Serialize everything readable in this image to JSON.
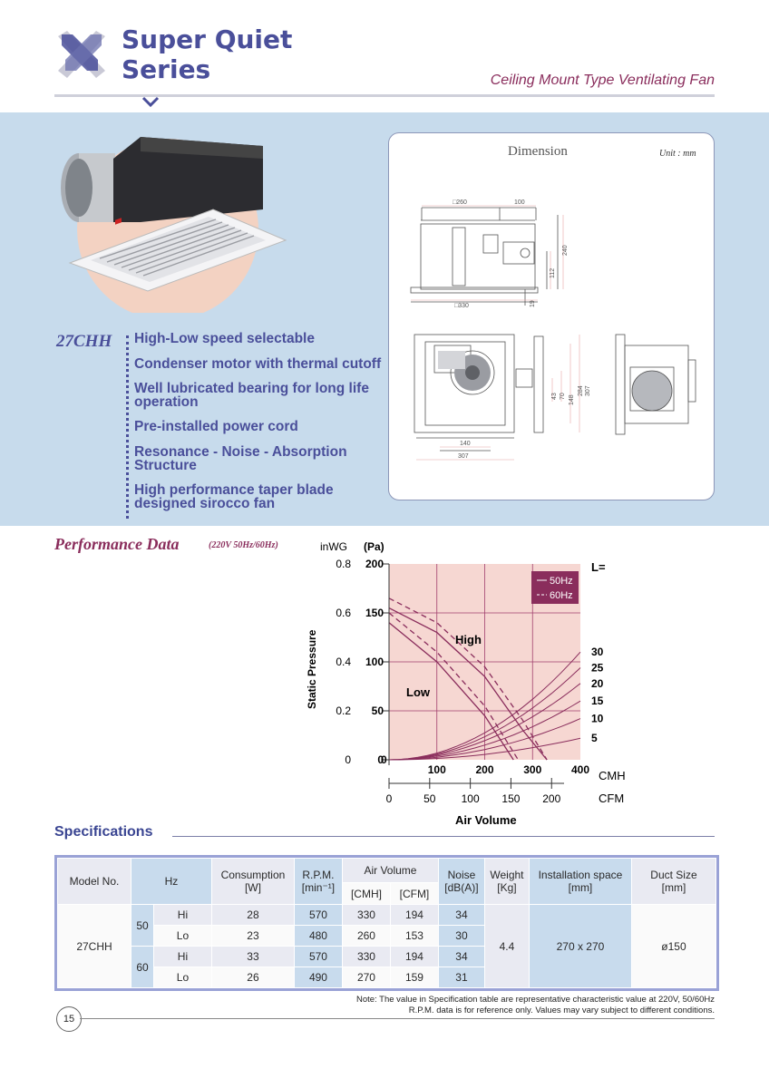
{
  "header": {
    "series_line1": "Super Quiet",
    "series_line2": "Series",
    "subtitle": "Ceiling Mount Type Ventilating Fan"
  },
  "dimension": {
    "title": "Dimension",
    "unit": "Unit : mm",
    "labels": {
      "w260": "□260",
      "d100": "100",
      "h240": "240",
      "h112": "112",
      "h19": "19",
      "w330": "□330",
      "v43": "43",
      "v70": "70",
      "v148": "148",
      "v284": "284",
      "v307": "307",
      "w140": "140",
      "w307": "307"
    }
  },
  "product": {
    "model": "27CHH",
    "features": [
      "High-Low speed selectable",
      "Condenser motor with thermal cutoff",
      "Well lubricated bearing for long life operation",
      "Pre-installed power cord",
      "Resonance - Noise - Absorption Structure",
      "High performance taper blade designed sirocco fan"
    ]
  },
  "performance": {
    "title": "Performance Data",
    "note": "(220V 50Hz/60Hz)"
  },
  "chart_data": {
    "type": "line",
    "title": "",
    "xlabel": "Air Volume",
    "ylabel": "Static Pressure",
    "x_unit_primary": "CMH",
    "x_unit_secondary": "CFM",
    "y_unit_primary": "(Pa)",
    "y_unit_secondary": "inWG",
    "xlim": [
      0,
      400
    ],
    "ylim": [
      0,
      200
    ],
    "x_ticks": [
      "100",
      "200",
      "300",
      "400"
    ],
    "x_zero": "0",
    "cfm_ticks": [
      "0",
      "50",
      "100",
      "150",
      "200"
    ],
    "y_ticks_pa": [
      "0",
      "50",
      "100",
      "150",
      "200"
    ],
    "y_ticks_inwg": [
      "0",
      "0.2",
      "0.4",
      "0.6",
      "0.8"
    ],
    "legend": [
      "50Hz",
      "60Hz"
    ],
    "legend_color": "#8a2d5c",
    "label_high": "High",
    "label_low": "Low",
    "duct_label": "L=",
    "duct_lengths": [
      "30",
      "25",
      "20",
      "15",
      "10",
      "5"
    ],
    "series": [
      {
        "name": "50Hz",
        "speed": "High",
        "x": [
          0,
          100,
          200,
          280,
          330
        ],
        "y": [
          155,
          130,
          85,
          30,
          0
        ]
      },
      {
        "name": "60Hz",
        "speed": "High",
        "x": [
          0,
          100,
          200,
          280,
          330
        ],
        "y": [
          165,
          140,
          95,
          40,
          0
        ]
      },
      {
        "name": "50Hz",
        "speed": "Low",
        "x": [
          0,
          100,
          200,
          260
        ],
        "y": [
          140,
          100,
          45,
          0
        ]
      },
      {
        "name": "60Hz",
        "speed": "Low",
        "x": [
          0,
          100,
          200,
          270
        ],
        "y": [
          150,
          110,
          55,
          0
        ]
      }
    ],
    "duct_curves": [
      {
        "name": "30",
        "end": [
          400,
          110
        ]
      },
      {
        "name": "25",
        "end": [
          400,
          94
        ]
      },
      {
        "name": "20",
        "end": [
          400,
          78
        ]
      },
      {
        "name": "15",
        "end": [
          400,
          60
        ]
      },
      {
        "name": "10",
        "end": [
          400,
          42
        ]
      },
      {
        "name": "5",
        "end": [
          400,
          22
        ]
      }
    ],
    "grid": true,
    "legend_position": "top-right"
  },
  "specs": {
    "title": "Specifications",
    "headers": {
      "model": "Model No.",
      "hz": "Hz",
      "consumption": "Consumption",
      "consumption_unit": "[W]",
      "rpm": "R.P.M.",
      "rpm_unit": "[min⁻¹]",
      "air_volume": "Air Volume",
      "cmh": "[CMH]",
      "cfm": "[CFM]",
      "noise": "Noise",
      "noise_unit": "[dB(A)]",
      "weight": "Weight",
      "weight_unit": "[Kg]",
      "install": "Installation space",
      "install_unit": "[mm]",
      "duct": "Duct Size",
      "duct_unit": "[mm]"
    },
    "model": "27CHH",
    "hz50": "50",
    "hz60": "60",
    "rows": [
      {
        "speed": "Hi",
        "w": "28",
        "rpm": "570",
        "cmh": "330",
        "cfm": "194",
        "noise": "34"
      },
      {
        "speed": "Lo",
        "w": "23",
        "rpm": "480",
        "cmh": "260",
        "cfm": "153",
        "noise": "30"
      },
      {
        "speed": "Hi",
        "w": "33",
        "rpm": "570",
        "cmh": "330",
        "cfm": "194",
        "noise": "34"
      },
      {
        "speed": "Lo",
        "w": "26",
        "rpm": "490",
        "cmh": "270",
        "cfm": "159",
        "noise": "31"
      }
    ],
    "weight": "4.4",
    "install": "270 x 270",
    "duct": "ø150",
    "note_line1": "Note: The value in Specification table are representative characteristic value at 220V, 50/60Hz",
    "note_line2": "R.P.M. data is for reference only. Values may vary subject to different conditions."
  },
  "page_number": "15"
}
